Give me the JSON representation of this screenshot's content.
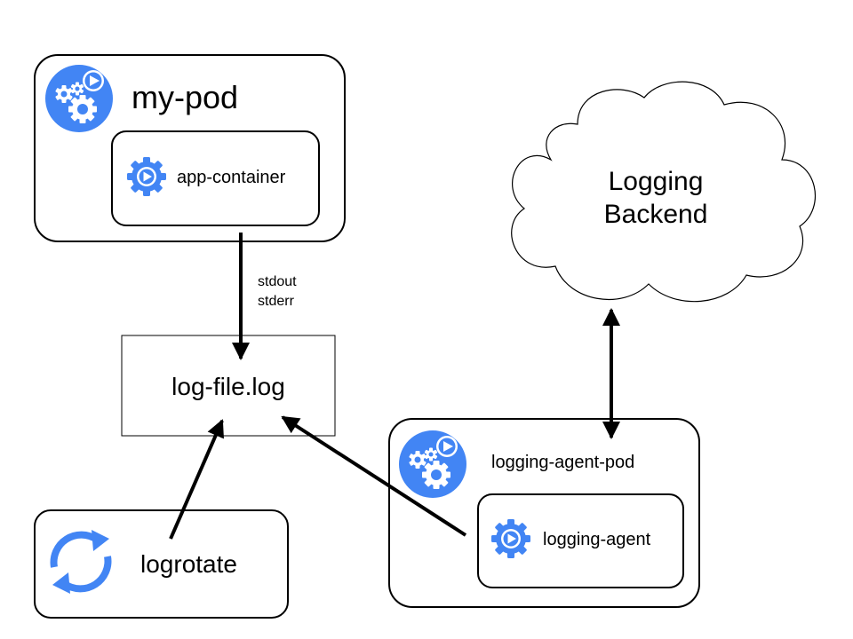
{
  "colors": {
    "accent": "#4285F4",
    "stroke": "#000000",
    "background": "#FFFFFF"
  },
  "my_pod": {
    "title": "my-pod",
    "icon": "pod-gears-play-icon",
    "container": {
      "label": "app-container",
      "icon": "container-gear-play-icon"
    }
  },
  "log_file": {
    "label": "log-file.log"
  },
  "streams": {
    "line1": "stdout",
    "line2": "stderr"
  },
  "logrotate": {
    "label": "logrotate",
    "icon": "rotate-arrows-icon"
  },
  "logging_agent_pod": {
    "title": "logging-agent-pod",
    "icon": "pod-gears-play-icon",
    "agent": {
      "label": "logging-agent",
      "icon": "container-gear-play-icon"
    }
  },
  "logging_backend": {
    "line1": "Logging",
    "line2": "Backend"
  }
}
